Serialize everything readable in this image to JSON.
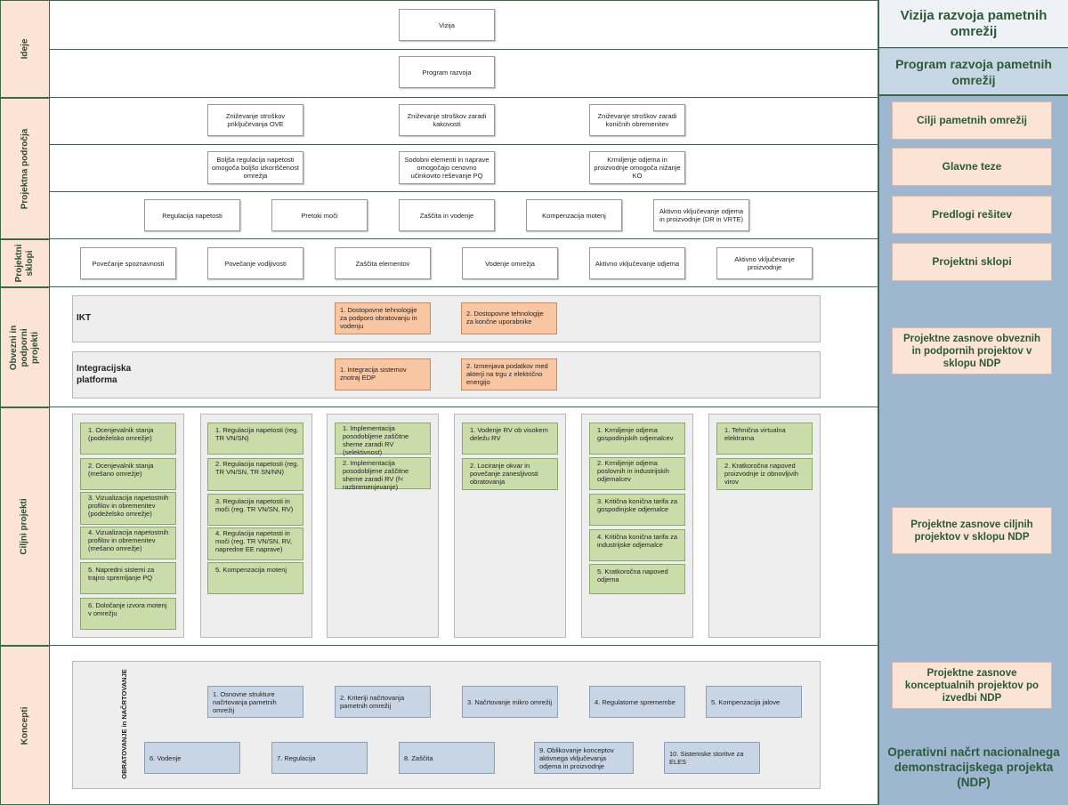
{
  "bands": {
    "ideje": "Ideje",
    "podrocja": "Projektna področja",
    "sklopi": "Projektni sklopi",
    "obvezni": "Obvezni in podporni projekti",
    "ciljni": "Ciljni projekti",
    "koncepti": "Koncepti"
  },
  "ideje": {
    "vizija": "Vizija",
    "program": "Program razvoja"
  },
  "cilji": [
    "Zniževanje stroškov priključevanja OVE",
    "Zniževanje stroškov zaradi kakovosti",
    "Zniževanje stroškov zaradi koničnih obremenitev"
  ],
  "teze": [
    "Boljša regulacija napetosti omogoča boljšo izkoriščenost omrežja",
    "Sodobni elementi in naprave omogočajo cenovno učinkovito reševanje PQ",
    "Krmiljenje odjema in proizvodnje omogoča nižanje KO"
  ],
  "resitve": [
    "Regulacija napetosti",
    "Pretoki moči",
    "Zaščita in vodenje",
    "Kompenzacija motenj",
    "Aktivno vključevanje odjema in proizvodnje (DR in VRTE)"
  ],
  "sklopi": [
    "Povečanje spoznavnosti",
    "Povečanje vodljivosti",
    "Zaščita elementov",
    "Vodenje omrežja",
    "Aktivno vključevanje odjema",
    "Aktivno vključevanje proizvodnje"
  ],
  "ikt": {
    "title": "IKT",
    "items": [
      "1. Dostopovne tehnologije za podporo obratovanju in vodenju",
      "2. Dostopovne tehnologije za končne uporabnike"
    ]
  },
  "integracijska": {
    "title": "Integracijska platforma",
    "items": [
      "1. Integracija sistemov znotraj EDP",
      "2. Izmenjava podatkov med akterji na trgu z električno energijo"
    ]
  },
  "ciljni_cols": [
    [
      "1. Ocenjevalnik stanja (podeželsko omrežje)",
      "2. Ocenjevalnik stanja (mešano omrežje)",
      "3. Vizualizacija napetostnih profilov in obremenitev (podeželsko omrežje)",
      "4. Vizualizacija napetostnih profilov in obremenitev (mešano omrežje)",
      "5. Napredni sistemi za trajno spremljanje PQ",
      "6. Določanje izvora motenj v omrežju"
    ],
    [
      "1. Regulacija napetosti (reg. TR VN/SN)",
      "2. Regulacija napetosti (reg. TR VN/SN, TR SN/NN)",
      "3. Regulacija napetosti in moči (reg. TR VN/SN, RV)",
      "4. Regulacija napetosti in moči (reg. TR VN/SN, RV, napredne EE naprave)",
      "5. Kompenzacija motenj"
    ],
    [
      "1. Implementacija posodobljene zaščitne sheme zaradi RV (selektivnost)",
      "2. Implementacija posodobljene zaščitne sheme zaradi RV (f< razbremenjevanje)"
    ],
    [
      "1. Vodenje RV ob visokem deležu RV",
      "2. Lociranje okvar in povečanje zanesljivosti obratovanja"
    ],
    [
      "1. Krmiljenje odjema gospodinjskih odjemalcev",
      "2. Krmiljenje odjema poslovnih in industrijskih odjemalcev",
      "3. Kritična konična tarifa za gospodinjske odjemalce",
      "4. Kritična konična tarifa za industrijske odjemalce",
      "5. Kratkoročna napoved odjema"
    ],
    [
      "1. Tehnična virtualna elektrarna",
      "2. Kratkoročna napoved proizvodnje iz obnovljivih virov"
    ]
  ],
  "koncepti": {
    "side_label": "OBRATOVANJE in NAČRTOVANJE",
    "row1": [
      "1. Osnovne strukture načrtovanja pametnih omrežij",
      "2. Kriteriji načrtovanja pametnih omrežij",
      "3. Načrtovanje mikro omrežij",
      "4. Regulatorne spremembe",
      "5. Kompenzacija jalove"
    ],
    "row2": [
      "6. Vodenje",
      "7. Regulacija",
      "8. Zaščita",
      "9. Oblikovanje konceptov aktivnega vključevanja odjema in proizvodnje",
      "10. Sistemske storitve za ELES"
    ]
  },
  "right": {
    "vizija": "Vizija razvoja pametnih omrežij",
    "program": "Program razvoja pametnih omrežij",
    "cilji": "Cilji pametnih omrežij",
    "teze": "Glavne teze",
    "predlogi": "Predlogi rešitev",
    "sklopi": "Projektni sklopi",
    "obvezni": "Projektne zasnove obveznih in podpornih projektov v sklopu NDP",
    "ciljni": "Projektne zasnove ciljnih projektov v sklopu NDP",
    "koncepti": "Projektne zasnove konceptualnih projektov po izvedbi NDP",
    "operativni": "Operativni načrt nacionalnega demonstracijskega projekta (NDP)"
  },
  "colors": {
    "label_bg": "#fbe4d6",
    "orange": "#f9c6a4",
    "green": "#cbdcab",
    "blue": "#c7d5e5",
    "right_bg": "#9fb6d1",
    "accent": "#2b5a36"
  }
}
